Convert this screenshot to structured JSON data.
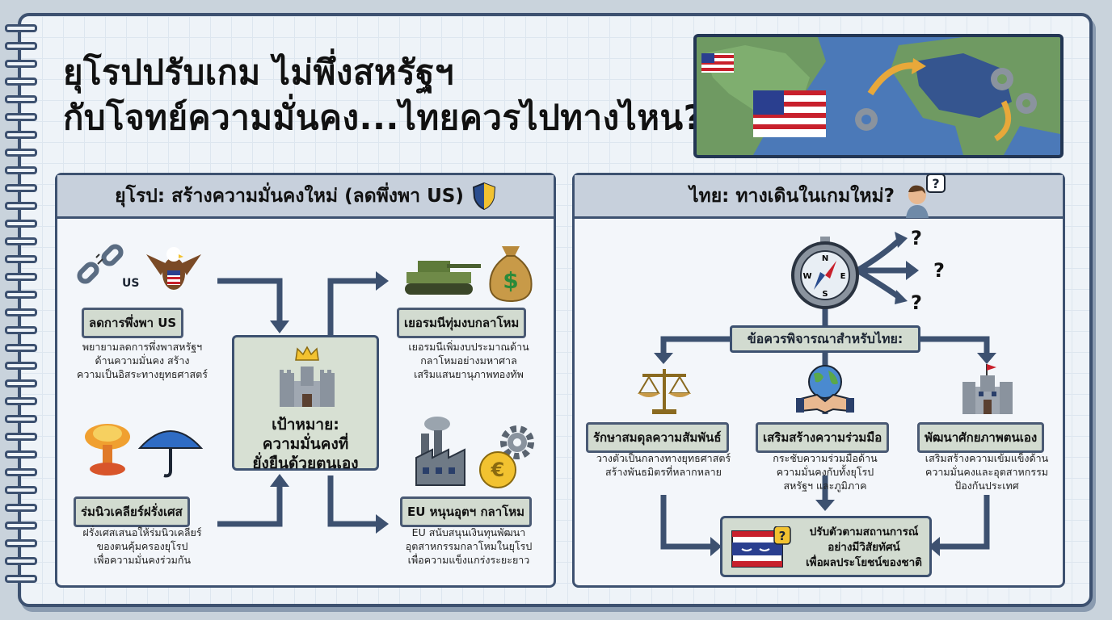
{
  "title": {
    "line1": "ยุโรปปรับเกม ไม่พึ่งสหรัฐฯ",
    "line2": "กับโจทย์ความมั่นคง...ไทยควรไปทางไหน?"
  },
  "left_panel": {
    "header": "ยุโรป: สร้างความมั่นคงใหม่ (ลดพึ่งพา US)",
    "us_tag": "US",
    "items": [
      {
        "label": "ลดการพึ่งพา US",
        "desc": [
          "พยายามลดการพึ่งพาสหรัฐฯ",
          "ด้านความมั่นคง สร้าง",
          "ความเป็นอิสระทางยุทธศาสตร์"
        ]
      },
      {
        "label": "ร่มนิวเคลียร์ฝรั่งเศส",
        "desc": [
          "ฝรั่งเศสเสนอให้ร่มนิวเคลียร์",
          "ของตนคุ้มครองยุโรป",
          "เพื่อความมั่นคงร่วมกัน"
        ]
      },
      {
        "label": "เยอรมนีทุ่มงบกลาโหม",
        "desc": [
          "เยอรมนีเพิ่มงบประมาณด้าน",
          "กลาโหมอย่างมหาศาล",
          "เสริมแสนยานุภาพทองทัพ"
        ]
      },
      {
        "label": "EU หนุนอุตฯ กลาโหม",
        "desc": [
          "EU สนับสนุนเงินทุนพัฒนา",
          "อุตสาหกรรมกลาโหมในยุโรป",
          "เพื่อความแข็งแกร่งระยะยาว"
        ]
      }
    ],
    "goal": [
      "เป้าหมาย:",
      "ความมั่นคงที่",
      "ยั่งยืนด้วยตนเอง"
    ]
  },
  "right_panel": {
    "header": "ไทย: ทางเดินในเกมใหม่?",
    "question_mark": "?",
    "consider": "ข้อควรพิจารณาสำหรับไทย:",
    "items": [
      {
        "label": "รักษาสมดุลความสัมพันธ์",
        "desc": [
          "วางตัวเป็นกลางทางยุทธศาสตร์",
          "สร้างพันธมิตรที่หลากหลาย"
        ]
      },
      {
        "label": "เสริมสร้างความร่วมมือ",
        "desc": [
          "กระชับความร่วมมือด้าน",
          "ความมั่นคงกับทั้งยุโรป",
          "สหรัฐฯ และภูมิภาค"
        ]
      },
      {
        "label": "พัฒนาศักยภาพตนเอง",
        "desc": [
          "เสริมสร้างความเข้มแข็งด้าน",
          "ความมั่นคงและอุตสาหกรรม",
          "ป้องกันประเทศ"
        ]
      }
    ],
    "final": [
      "ปรับตัวตามสถานการณ์",
      "อย่างมีวิสัยทัศน์",
      "เพื่อผลประโยชน์ของชาติ"
    ]
  },
  "colors": {
    "panel_border": "#3d5170",
    "header_bg": "#c7d0dc",
    "label_bg": "#d2dbd0",
    "arrow": "#3d5170"
  },
  "icons": [
    "broken-chain-icon",
    "eagle-icon",
    "tank-icon",
    "money-bag-icon",
    "castle-icon",
    "crown-icon",
    "nuclear-cloud-icon",
    "umbrella-icon",
    "factory-icon",
    "euro-coin-icon",
    "gear-icon",
    "shield-icon",
    "thinking-person-icon",
    "compass-icon",
    "scales-icon",
    "handshake-globe-icon",
    "thai-flag-icon",
    "world-map-icon"
  ]
}
